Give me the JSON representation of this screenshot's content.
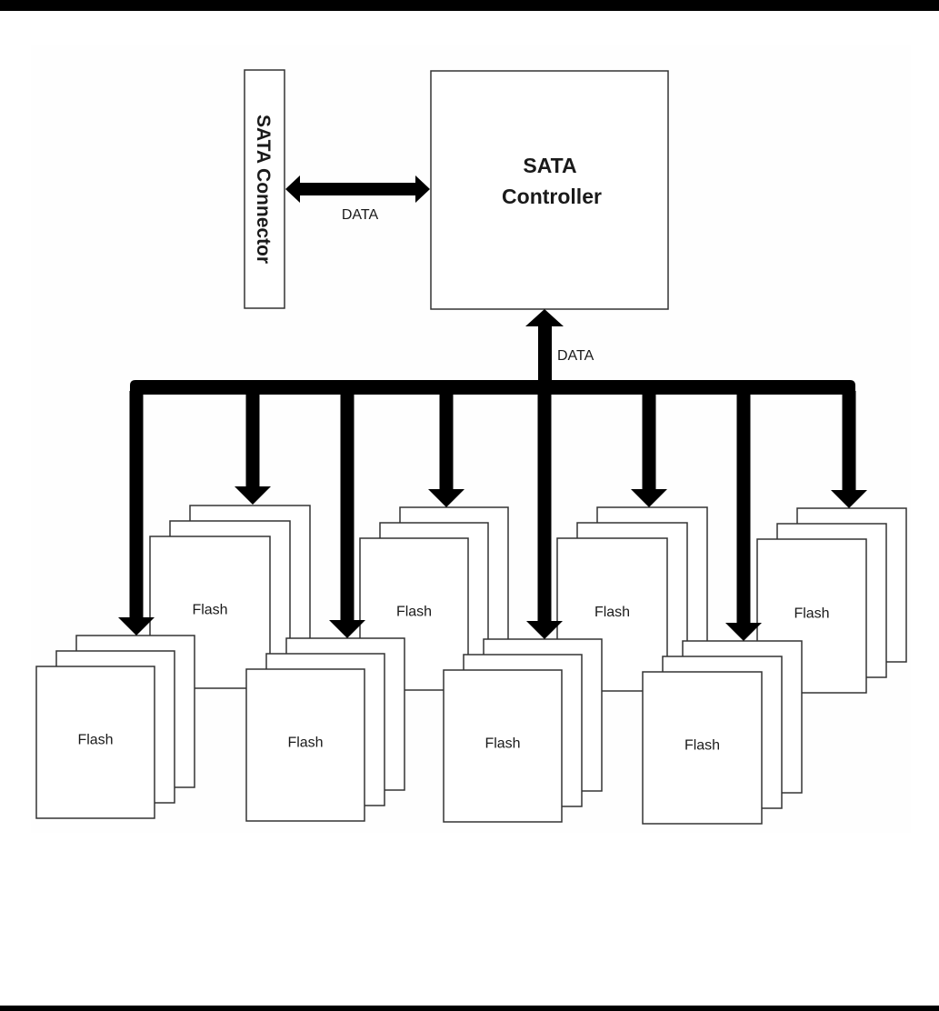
{
  "diagram": {
    "title": "SATA SSD architecture",
    "connector": {
      "label": "SATA Connector"
    },
    "controller": {
      "label_line1": "SATA",
      "label_line2": "Controller"
    },
    "links": {
      "connector_to_controller": {
        "label": "DATA",
        "direction": "bidirectional"
      },
      "bus_to_controller": {
        "label": "DATA",
        "direction": "up"
      }
    },
    "bus": {
      "drop_count": 8,
      "direction": "down"
    },
    "flash_stacks": [
      {
        "label": "Flash",
        "row": "front",
        "cards": 3
      },
      {
        "label": "Flash",
        "row": "back",
        "cards": 3
      },
      {
        "label": "Flash",
        "row": "front",
        "cards": 3
      },
      {
        "label": "Flash",
        "row": "back",
        "cards": 3
      },
      {
        "label": "Flash",
        "row": "front",
        "cards": 3
      },
      {
        "label": "Flash",
        "row": "back",
        "cards": 3
      },
      {
        "label": "Flash",
        "row": "front",
        "cards": 3
      },
      {
        "label": "Flash",
        "row": "back",
        "cards": 3
      }
    ],
    "colors": {
      "line": "#333333",
      "arrow": "#000000",
      "fill": "#ffffff",
      "text": "#1a1a1a"
    }
  }
}
